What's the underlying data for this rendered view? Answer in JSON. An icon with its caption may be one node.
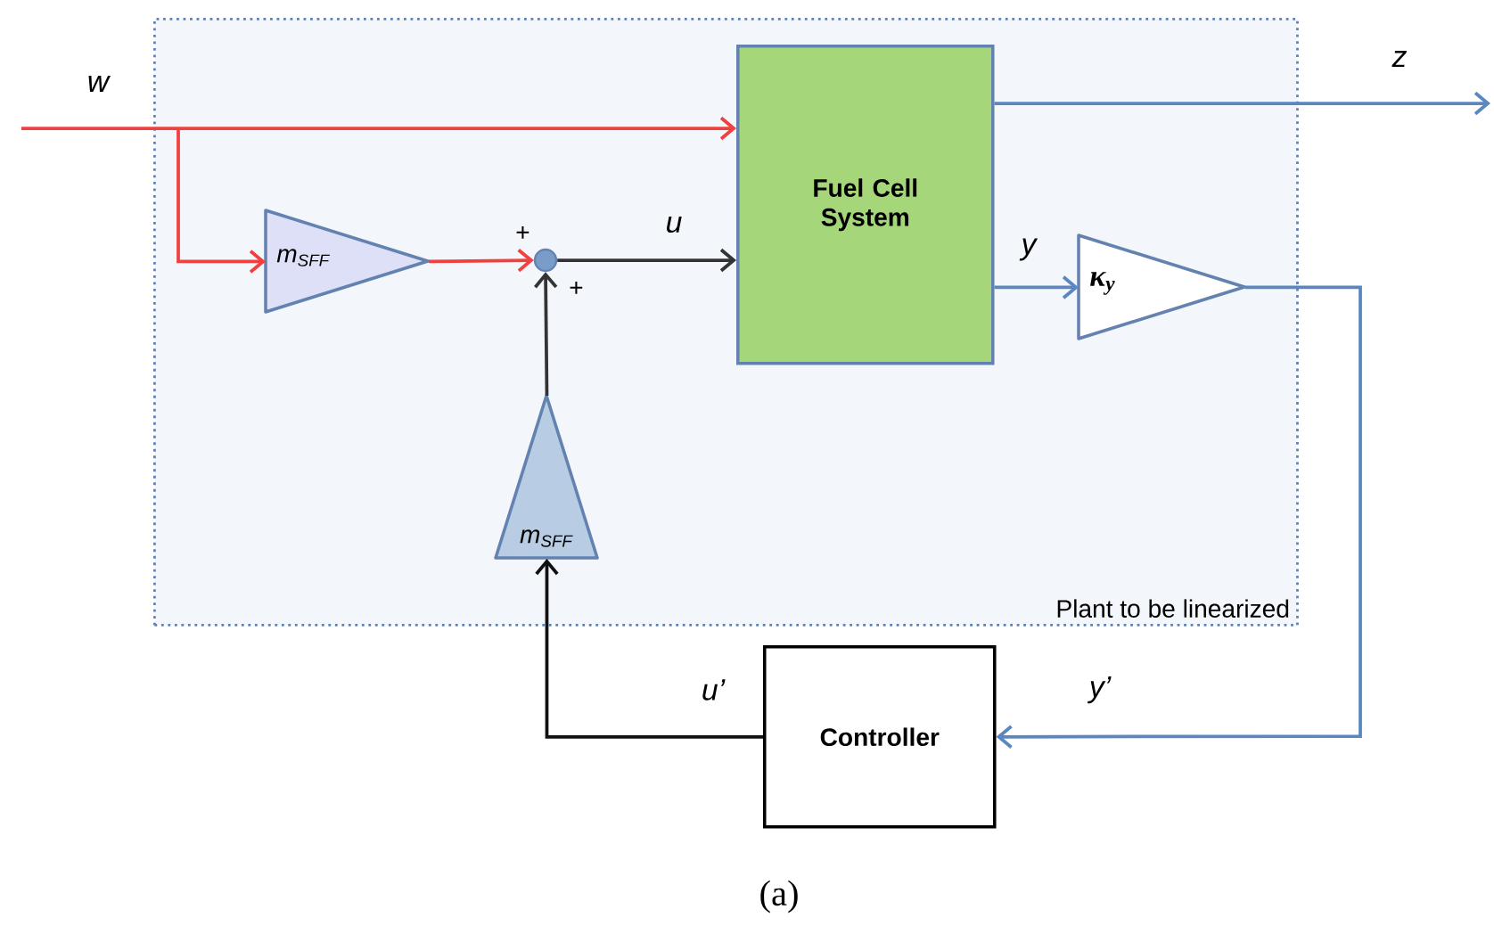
{
  "diagram": {
    "caption": "(a)",
    "nodes": [
      {
        "text": [
          "Plant to be linearized"
        ]
      },
      {
        "text": [
          "Fuel Cell System"
        ],
        "in": 0
      },
      {
        "text": [
          "m$_{SFF}$"
        ],
        "in": 0
      },
      {
        "text": [],
        "shape": "circle",
        "in": 0
      },
      {
        "text": [
          "m$_{SFF}$"
        ],
        "in": 0
      },
      {
        "text": [
          "κ$_{y}$"
        ],
        "in": 0
      },
      {
        "text": [
          "Controller"
        ]
      }
    ],
    "edges": [
      {
        "from": null,
        "to": 1,
        "arrow": "to",
        "label": "w",
        "color": "#f04040"
      },
      {
        "from": null,
        "to": 2,
        "arrow": "to",
        "color": "#f04040"
      },
      {
        "from": 2,
        "to": 3,
        "arrow": "to",
        "color": "#f04040"
      },
      {
        "from": 3,
        "to": 1,
        "arrow": "to",
        "label": "u",
        "color": "#333333"
      },
      {
        "from": 4,
        "to": 3,
        "arrow": "to",
        "color": "#333333"
      },
      {
        "from": 1,
        "to": null,
        "arrow": "to",
        "label": "z",
        "color": "#5b87c0"
      },
      {
        "from": 1,
        "to": 5,
        "arrow": "to",
        "label": "y",
        "color": "#5b87c0"
      },
      {
        "from": 5,
        "to": 6,
        "arrow": "to",
        "label": "y’",
        "color": "#5b87c0"
      },
      {
        "from": 6,
        "to": 4,
        "arrow": "to",
        "label": "u’",
        "color": "#111111"
      }
    ],
    "labels": [
      "+",
      "+"
    ]
  }
}
